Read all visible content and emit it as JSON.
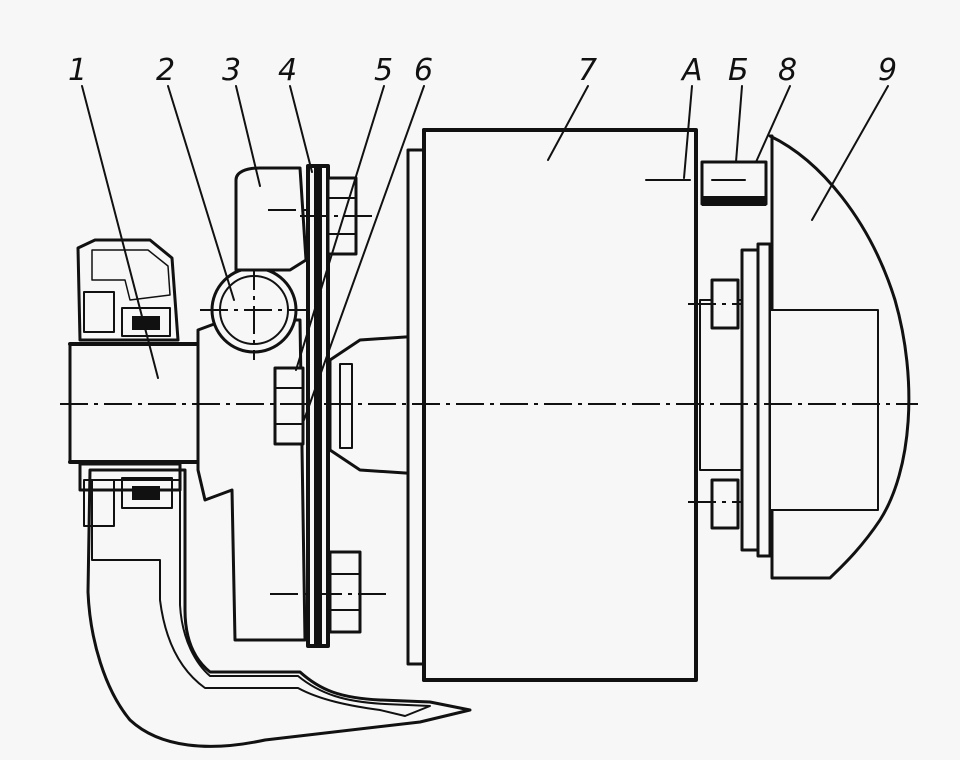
{
  "labels": {
    "l1": "1",
    "l2": "2",
    "l3": "3",
    "l4": "4",
    "l5": "5",
    "l6": "6",
    "l7": "7",
    "lA": "А",
    "lB": "Б",
    "l8": "8",
    "l9": "9"
  }
}
